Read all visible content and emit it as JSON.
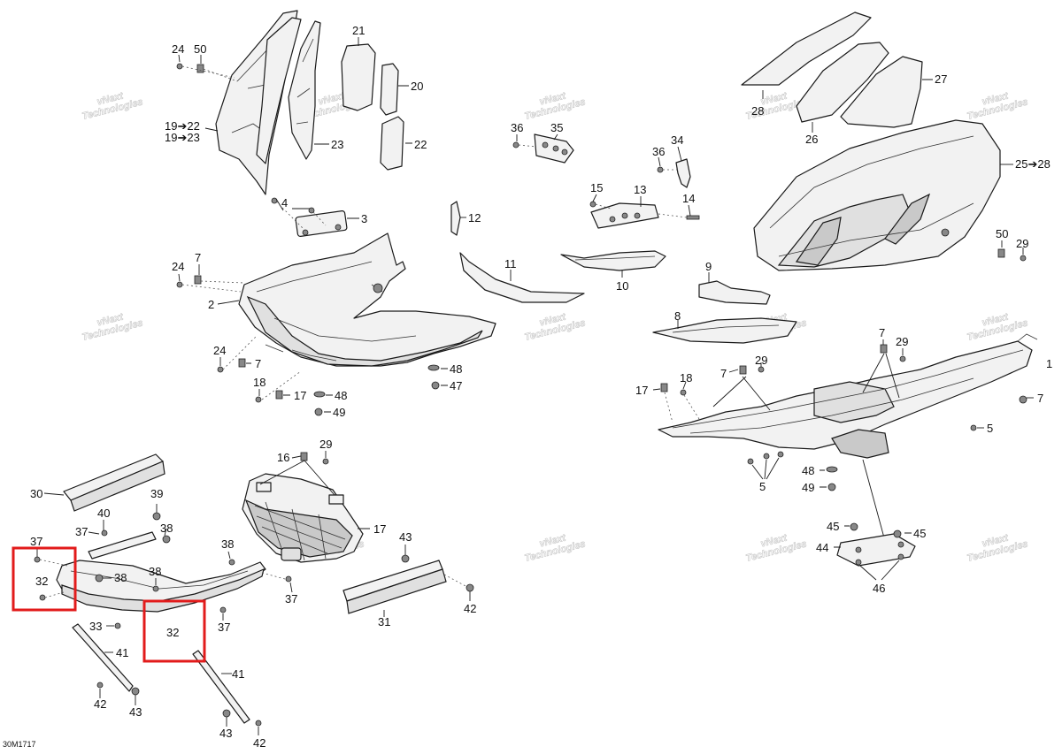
{
  "diagram": {
    "figure_code": "30M1717",
    "watermark_lines": [
      "vNext",
      "Technologies"
    ],
    "callouts": {
      "c1": "1",
      "c2": "2",
      "c3": "3",
      "c4": "4",
      "c5": "5",
      "c7": "7",
      "c8": "8",
      "c9": "9",
      "c10": "10",
      "c11": "11",
      "c12": "12",
      "c13": "13",
      "c14": "14",
      "c15": "15",
      "c16": "16",
      "c17": "17",
      "c18": "18",
      "c19_22": "19➔22",
      "c19_23": "19➔23",
      "c20": "20",
      "c21": "21",
      "c22": "22",
      "c23": "23",
      "c24": "24",
      "c25_28": "25➔28",
      "c26": "26",
      "c27": "27",
      "c28": "28",
      "c29": "29",
      "c30": "30",
      "c31": "31",
      "c32": "32",
      "c33": "33",
      "c34": "34",
      "c35": "35",
      "c36": "36",
      "c37": "37",
      "c38": "38",
      "c39": "39",
      "c40": "40",
      "c41": "41",
      "c42": "42",
      "c43": "43",
      "c44": "44",
      "c45": "45",
      "c46": "46",
      "c47": "47",
      "c48": "48",
      "c49": "49",
      "c50": "50"
    },
    "highlight_color": "#e21b1b",
    "line_color": "#1a1a1a"
  }
}
